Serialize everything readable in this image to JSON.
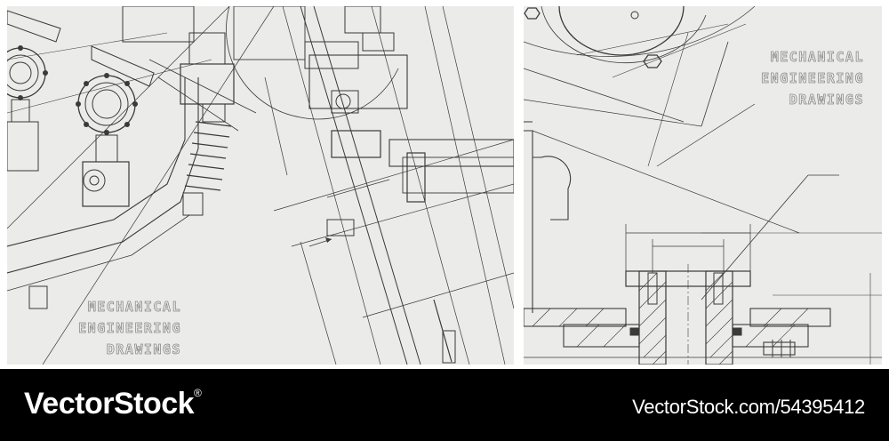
{
  "captions": {
    "left": {
      "line1": "MECHANICAL",
      "line2": "ENGINEERING",
      "line3": "DRAWINGS"
    },
    "right": {
      "line1": "MECHANICAL",
      "line2": "ENGINEERING",
      "line3": "DRAWINGS"
    }
  },
  "footer": {
    "brand": "VectorStock",
    "brand_mark": "®",
    "stock_id": "VectorStock.com/54395412"
  },
  "colors": {
    "paper": "#ebebe9",
    "ink": "#3a3a3a",
    "footer_bg": "#000000",
    "footer_text": "#ffffff"
  }
}
